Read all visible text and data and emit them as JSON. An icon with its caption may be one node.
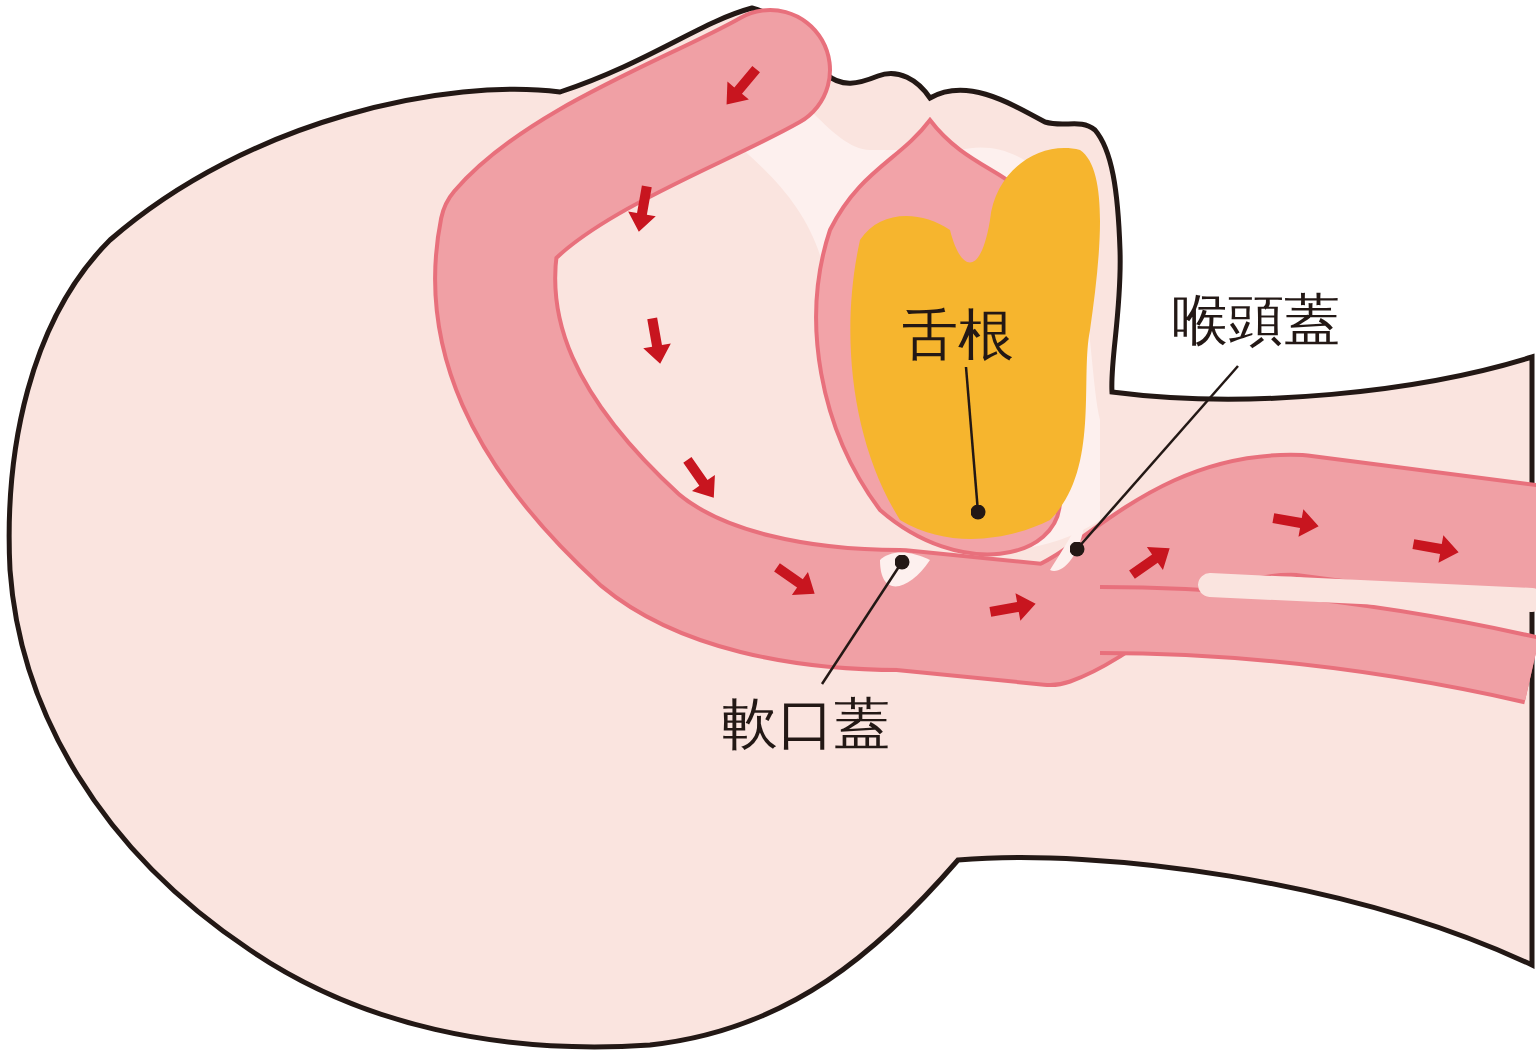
{
  "diagram": {
    "nodes": [
      {
        "text": [
          "舌根"
        ]
      },
      {
        "text": [
          "喉頭蓋"
        ]
      },
      {
        "text": [
          "軟口蓋"
        ]
      }
    ],
    "edges": [
      {
        "from": 0,
        "to": null,
        "arrow": "other"
      },
      {
        "from": 1,
        "to": null,
        "arrow": "other"
      },
      {
        "from": 2,
        "to": null,
        "arrow": "other"
      }
    ]
  }
}
